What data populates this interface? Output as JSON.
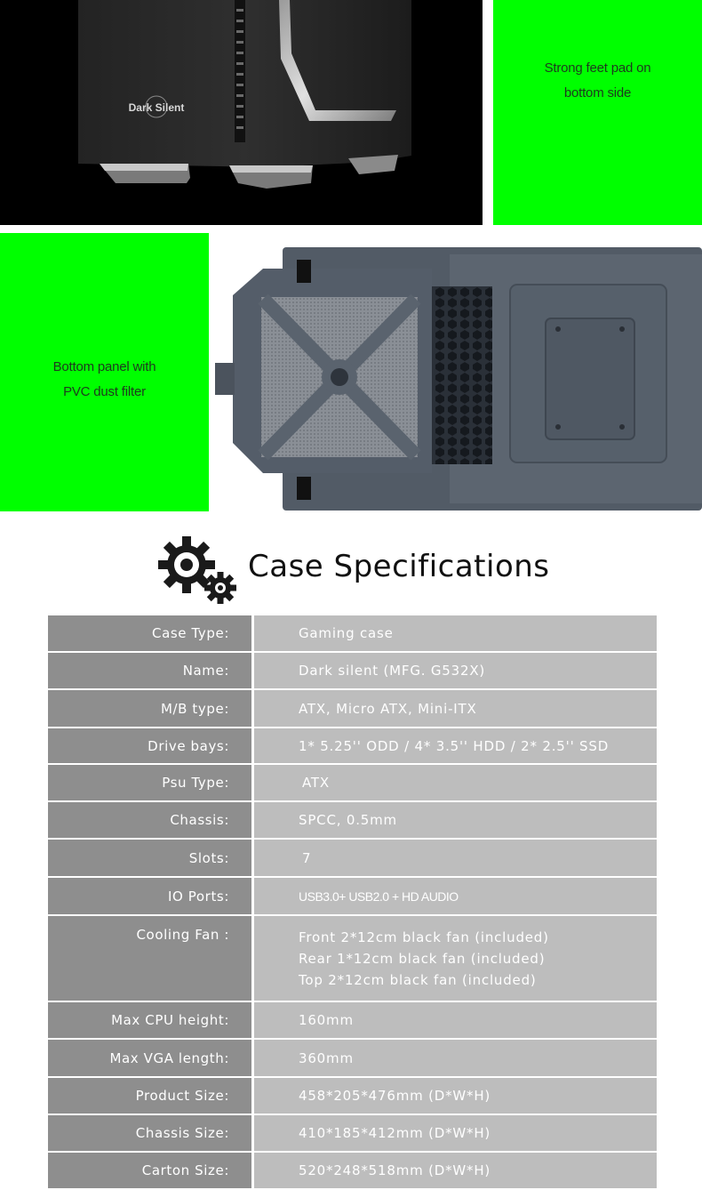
{
  "brand_badge": "Dark Silent",
  "captions": {
    "feet": [
      "Strong feet pad on",
      "bottom side"
    ],
    "filter": [
      "Bottom panel with",
      "PVC dust filter"
    ]
  },
  "spec_title": "Case Specifications",
  "colors": {
    "green_panel": "#00ff00",
    "label_bg": "#8e8e8e",
    "value_bg": "#bdbdbd"
  },
  "specs": [
    {
      "label": "Case Type:",
      "value": "Gaming case"
    },
    {
      "label": "Name:",
      "value": "Dark silent (MFG. G532X)"
    },
    {
      "label": "M/B type:",
      "value": "ATX, Micro ATX, Mini-ITX"
    },
    {
      "label": "Drive bays:",
      "value": "1* 5.25'' ODD / 4* 3.5'' HDD / 2* 2.5'' SSD"
    },
    {
      "label": "Psu Type:",
      "value": "ATX"
    },
    {
      "label": "Chassis:",
      "value": "SPCC, 0.5mm"
    },
    {
      "label": "Slots:",
      "value": "7"
    },
    {
      "label": "IO Ports:",
      "value": "USB3.0+ USB2.0 + HD AUDIO"
    },
    {
      "label": "Cooling Fan :",
      "lines": [
        "Front 2*12cm black fan (included)",
        "Rear 1*12cm black fan (included)",
        "Top 2*12cm black fan (included)"
      ]
    },
    {
      "label": "Max CPU height:",
      "value": "160mm"
    },
    {
      "label": "Max VGA length:",
      "value": "360mm"
    },
    {
      "label": "Product Size:",
      "value": "458*205*476mm (D*W*H)"
    },
    {
      "label": "Chassis Size:",
      "value": "410*185*412mm (D*W*H)"
    },
    {
      "label": "Carton Size:",
      "value": "520*248*518mm (D*W*H)"
    }
  ]
}
